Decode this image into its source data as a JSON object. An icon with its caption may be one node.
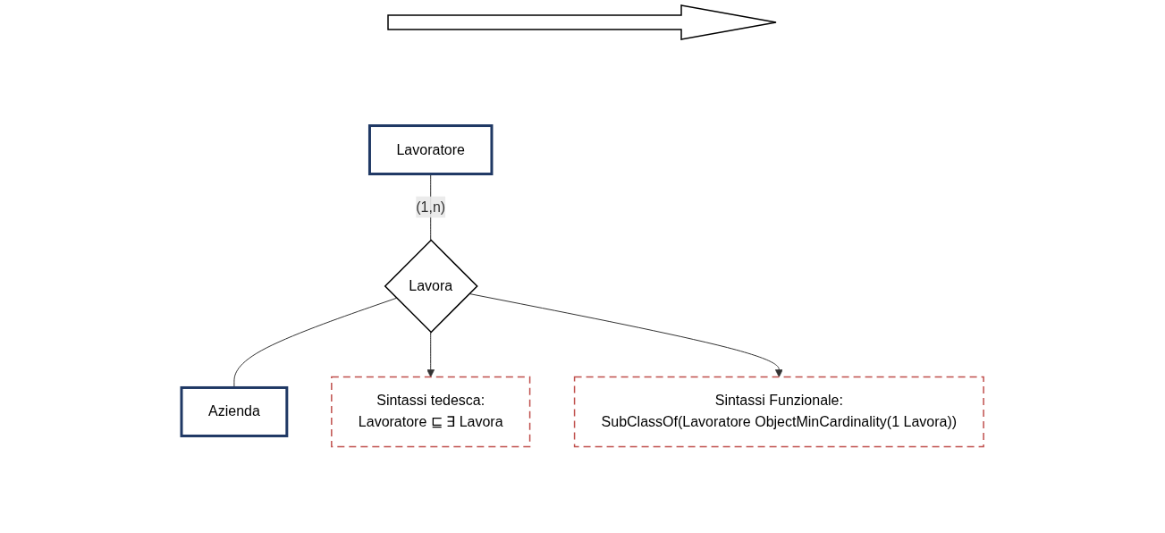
{
  "diagram": {
    "nodes": [
      {
        "text": [
          "Lavoratore"
        ]
      },
      {
        "text": [
          "Lavora"
        ]
      },
      {
        "text": [
          "Azienda"
        ]
      },
      {
        "text": [
          "Sintassi tedesca:",
          "Lavoratore ⊑ ∃ Lavora"
        ]
      },
      {
        "text": [
          "Sintassi Funzionale:",
          "SubClassOf(Lavoratore ObjectMinCardinality(1 Lavora))"
        ]
      }
    ],
    "edges": [
      {
        "from": 0,
        "to": 1,
        "arrow": "none",
        "label": "(1,n)"
      },
      {
        "from": 1,
        "to": 2,
        "arrow": "none"
      },
      {
        "from": 1,
        "to": 3,
        "arrow": "to"
      },
      {
        "from": 1,
        "to": 4,
        "arrow": "to"
      }
    ]
  }
}
